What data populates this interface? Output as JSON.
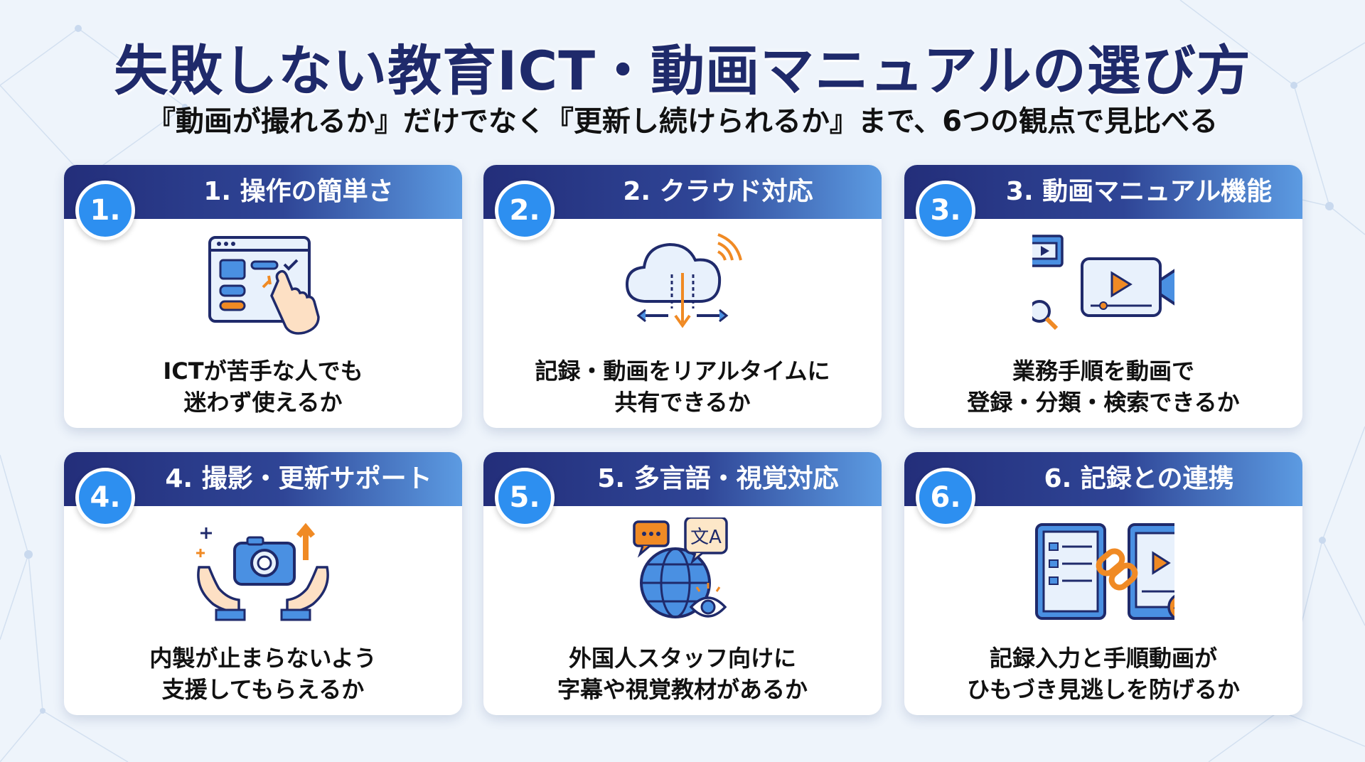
{
  "title": "失敗しない教育ICT・動画マニュアルの選び方",
  "subtitle": "『動画が撮れるか』だけでなく『更新し続けられるか』まで、6つの観点で見比べる",
  "colors": {
    "navy": "#232e7a",
    "accent_blue": "#2d8ff0",
    "orange": "#f08a24",
    "background": "#eef4fb"
  },
  "cards": [
    {
      "number": "1.",
      "title": "1. 操作の簡単さ",
      "icon": "touch-ui-icon",
      "desc": [
        "ICTが苦手な人でも",
        "迷わず使えるか"
      ]
    },
    {
      "number": "2.",
      "title": "2. クラウド対応",
      "icon": "cloud-sync-icon",
      "desc": [
        "記録・動画をリアルタイムに",
        "共有できるか"
      ]
    },
    {
      "number": "3.",
      "title": "3. 動画マニュアル機能",
      "icon": "video-camera-icon",
      "desc": [
        "業務手順を動画で",
        "登録・分類・検索できるか"
      ]
    },
    {
      "number": "4.",
      "title": "4. 撮影・更新サポート",
      "icon": "camera-hands-icon",
      "desc": [
        "内製が止まらないよう",
        "支援してもらえるか"
      ]
    },
    {
      "number": "5.",
      "title": "5. 多言語・視覚対応",
      "icon": "globe-translate-icon",
      "desc": [
        "外国人スタッフ向けに",
        "字幕や視覚教材があるか"
      ]
    },
    {
      "number": "6.",
      "title": "6. 記録との連携",
      "icon": "link-devices-icon",
      "desc": [
        "記録入力と手順動画が",
        "ひもづき見逃しを防げるか"
      ]
    }
  ]
}
